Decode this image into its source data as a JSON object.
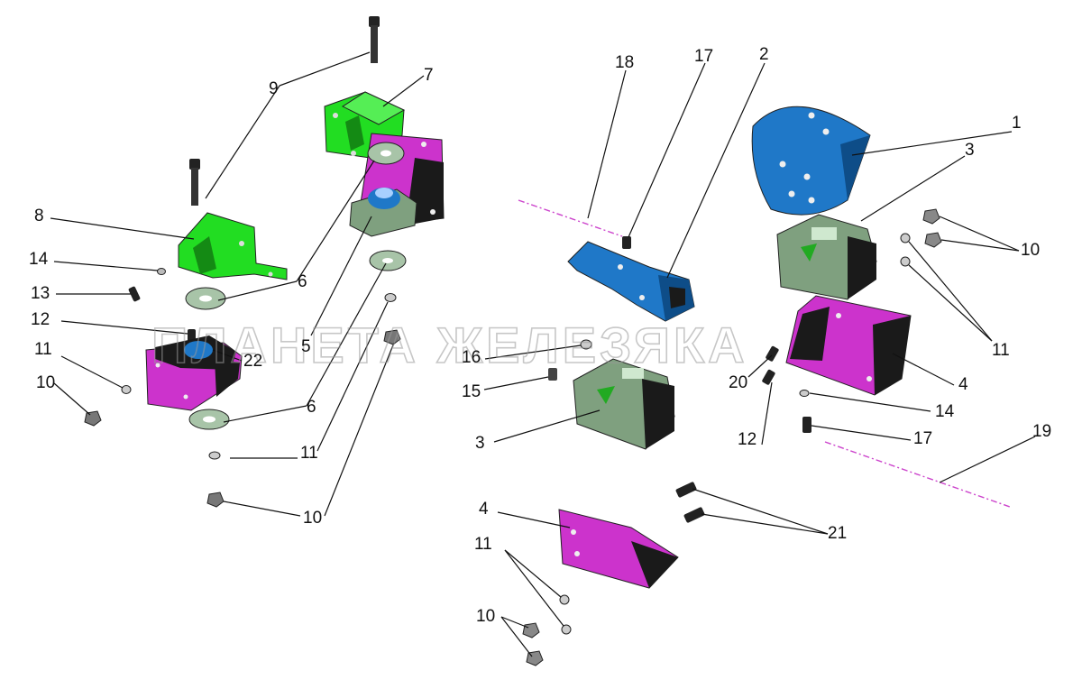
{
  "watermark": "ПЛАНЕТА ЖЕЛЕЗЯКА",
  "colors": {
    "blue": "#1f78c8",
    "green": "#22dd22",
    "magenta": "#cc33cc",
    "grey_green": "#7fa07f",
    "dark": "#1a1a1a",
    "axis_line": "#cc44cc"
  },
  "callouts": [
    {
      "id": "c1",
      "label": "1"
    },
    {
      "id": "c2",
      "label": "2"
    },
    {
      "id": "c3a",
      "label": "3"
    },
    {
      "id": "c3b",
      "label": "3"
    },
    {
      "id": "c4a",
      "label": "4"
    },
    {
      "id": "c4b",
      "label": "4"
    },
    {
      "id": "c5",
      "label": "5"
    },
    {
      "id": "c6a",
      "label": "6"
    },
    {
      "id": "c6b",
      "label": "6"
    },
    {
      "id": "c7",
      "label": "7"
    },
    {
      "id": "c8",
      "label": "8"
    },
    {
      "id": "c9",
      "label": "9"
    },
    {
      "id": "c10a",
      "label": "10"
    },
    {
      "id": "c10b",
      "label": "10"
    },
    {
      "id": "c10c",
      "label": "10"
    },
    {
      "id": "c10d",
      "label": "10"
    },
    {
      "id": "c11a",
      "label": "11"
    },
    {
      "id": "c11b",
      "label": "11"
    },
    {
      "id": "c11c",
      "label": "11"
    },
    {
      "id": "c11d",
      "label": "11"
    },
    {
      "id": "c12a",
      "label": "12"
    },
    {
      "id": "c12b",
      "label": "12"
    },
    {
      "id": "c13",
      "label": "13"
    },
    {
      "id": "c14a",
      "label": "14"
    },
    {
      "id": "c14b",
      "label": "14"
    },
    {
      "id": "c15",
      "label": "15"
    },
    {
      "id": "c16",
      "label": "16"
    },
    {
      "id": "c17a",
      "label": "17"
    },
    {
      "id": "c17b",
      "label": "17"
    },
    {
      "id": "c18",
      "label": "18"
    },
    {
      "id": "c19",
      "label": "19"
    },
    {
      "id": "c20",
      "label": "20"
    },
    {
      "id": "c21",
      "label": "21"
    },
    {
      "id": "c22",
      "label": "22"
    }
  ]
}
